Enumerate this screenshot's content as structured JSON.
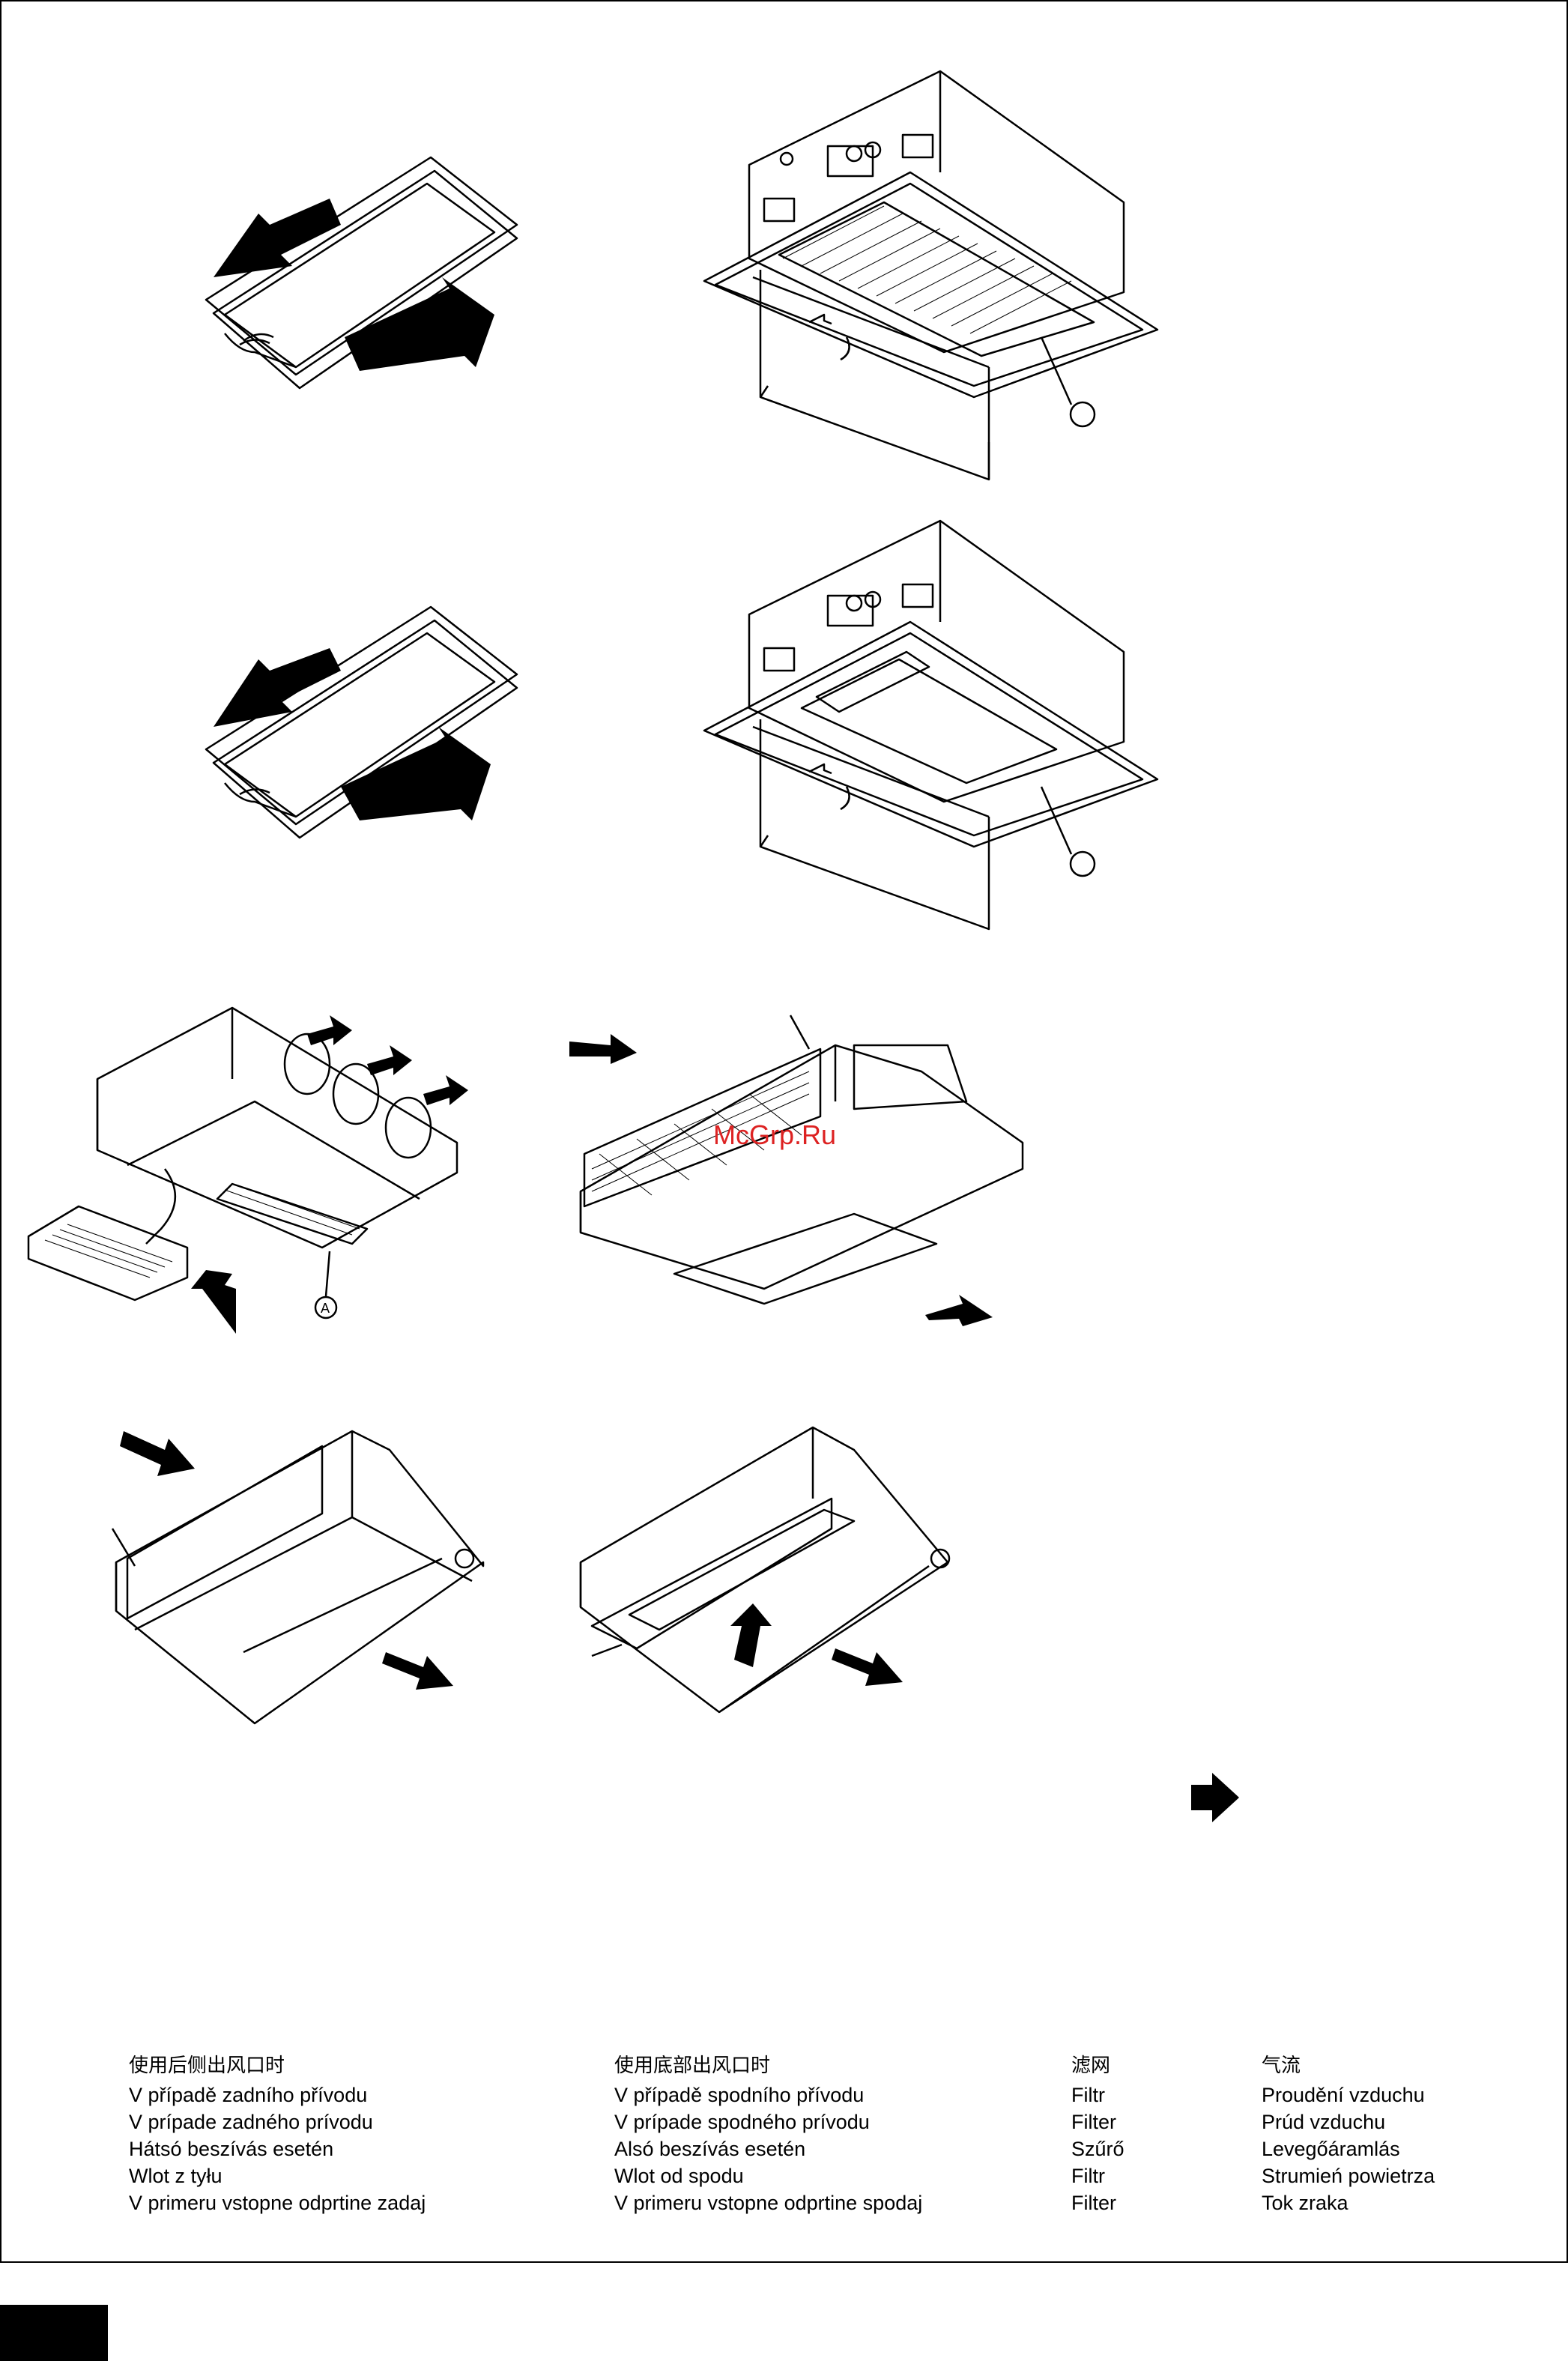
{
  "watermark": "McGrp.Ru",
  "labels": {
    "callout_a": "A"
  },
  "legend": {
    "columns": [
      {
        "heading": "使用后侧出风口时",
        "lines": [
          "V případě zadního přívodu",
          "V prípade zadného prívodu",
          "Hátsó beszívás esetén",
          "Wlot z tyłu",
          "V primeru vstopne odprtine zadaj"
        ]
      },
      {
        "heading": "使用底部出风口时",
        "lines": [
          "V případě spodního přívodu",
          "V prípade spodného prívodu",
          "Alsó beszívás esetén",
          "Wlot od spodu",
          "V primeru vstopne odprtine spodaj"
        ]
      },
      {
        "heading": "滤网",
        "lines": [
          "Filtr",
          "Filter",
          "Szűrő",
          "Filtr",
          "Filter"
        ]
      },
      {
        "heading": "气流",
        "lines": [
          "Proudění vzduchu",
          "Prúd vzduchu",
          "Levegőáramlás",
          "Strumień powietrza",
          "Tok zraka"
        ]
      }
    ]
  }
}
